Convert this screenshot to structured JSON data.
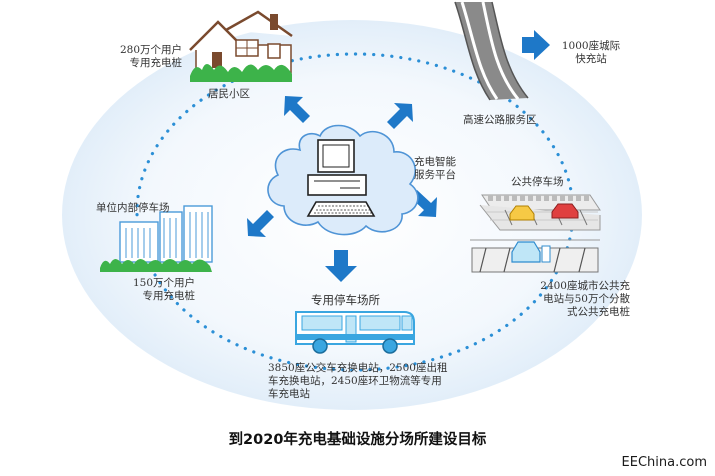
{
  "diagram": {
    "title": "到2020年充电基础设施分场所建设目标",
    "watermark": "EEChina.com",
    "center": {
      "label_line1": "充电智能",
      "label_line2": "服务平台"
    },
    "nodes": {
      "residential": {
        "count_line1": "280万个用户",
        "count_line2": "专用充电桩",
        "place": "居民小区"
      },
      "highway": {
        "place": "高速公路服务区",
        "target_line1": "1000座城际",
        "target_line2": "快充站"
      },
      "public_parking": {
        "place": "公共停车场",
        "target_line1": "2400座城市公共充",
        "target_line2": "电站与50万个分散",
        "target_line3": "式公共充电桩"
      },
      "workplace": {
        "place": "单位内部停车场",
        "count_line1": "150万个用户",
        "count_line2": "专用充电桩"
      },
      "bus_depot": {
        "place": "专用停车场所",
        "target_line1": "3850座公交车充换电站，2500座出租",
        "target_line2": "车充换电站，2450座环卫物流等专用",
        "target_line3": "车充电站"
      }
    },
    "colors": {
      "arrow": "#1e78c8",
      "cloud_fill": "#dcebfa",
      "cloud_stroke": "#4f94d6",
      "dots": "#2b8fd6",
      "ellipse": "#e8f2fb",
      "grass": "#3db34a",
      "house": "#7a4a2e",
      "road": "#6b6b6b",
      "building": "#4b9bd9",
      "bus": "#3aa6e0"
    }
  }
}
